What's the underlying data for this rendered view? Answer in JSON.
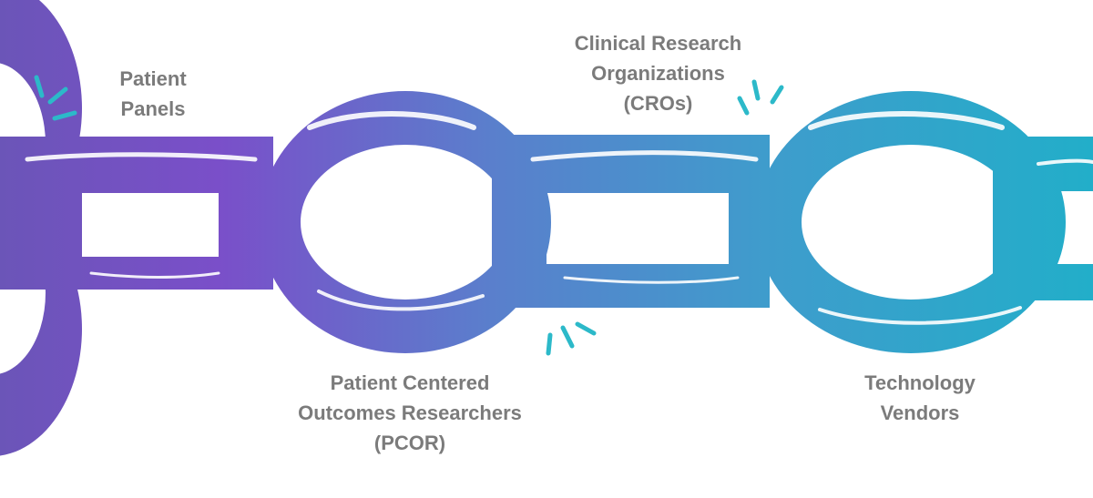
{
  "diagram": {
    "colors": {
      "gradient_start": "#6b55b8",
      "gradient_mid1": "#7a4fc9",
      "gradient_mid2": "#5a7fcc",
      "gradient_mid3": "#3f9ccc",
      "gradient_end": "#22aec9",
      "spark": "#2cb9c9",
      "label_text": "#7b7b7b"
    },
    "labels": {
      "patient_panels": [
        "Patient",
        "Panels"
      ],
      "cro": [
        "Clinical Research",
        "Organizations",
        "(CROs)"
      ],
      "pcor": [
        "Patient Centered",
        "Outcomes Researchers",
        "(PCOR)"
      ],
      "technology_vendors": [
        "Technology",
        "Vendors"
      ]
    }
  }
}
